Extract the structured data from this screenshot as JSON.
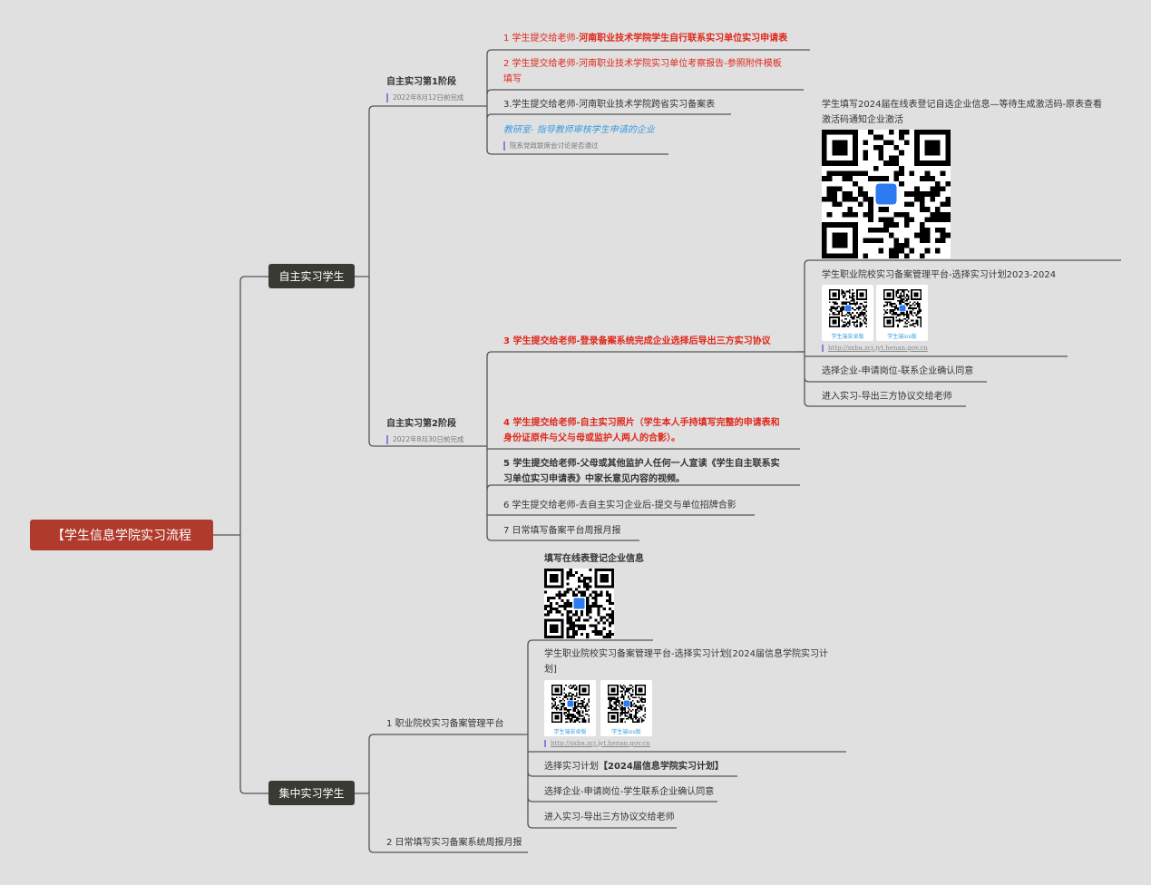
{
  "root": {
    "label": "【学生信息学院实习流程",
    "color": "#b03a2b"
  },
  "branch_self": {
    "label": "自主实习学生",
    "stage1": {
      "title": "自主实习第1阶段",
      "note": "2022年8月12日前完成",
      "items": [
        "1 学生提交给老师-",
        "河南职业技术学院学生自行联系实习单位实习申请表",
        "2 学生提交给老师-河南职业技术学院实习单位考察报告-参照附件模板",
        "填写",
        "3.学生提交给老师-河南职业技术学院跨省实习备案表",
        "教研室- 指导教师审核学生申请的企业",
        "院系党政联席会讨论是否通过"
      ]
    },
    "stage2": {
      "title": "自主实习第2阶段",
      "note": "2022年8月30日前完成",
      "item3": "3 学生提交给老师-登录备案系统完成企业选择后导出三方实习协议",
      "item3_children": {
        "qr_text_1": "学生填写2024届在线表登记自选企业信息—等待生成激活码-原表查看",
        "qr_text_2": "激活码通知企业激活",
        "platform": "学生职业院校实习备案管理平台-选择实习计划2023-2024",
        "android": "学生端安卓版",
        "ios": "学生端ios版",
        "url": "http://sxba.zcj.jyt.henan.gov.cn",
        "c3": "选择企业-申请岗位-联系企业确认同意",
        "c4": "进入实习-导出三方协议交给老师"
      },
      "item4_1": "4 学生提交给老师-自主实习照片（学生本人手持填写完整的申请表和",
      "item4_2": "身份证原件与父与母或监护人两人的合影）。",
      "item5_1": "5 学生提交给老师-父母或其他监护人任何一人宣读《学生自主联系实",
      "item5_2": "习单位实习申请表》中家长意见内容的视频。",
      "item6": "6 学生提交给老师-去自主实习企业后-提交与单位招牌合影",
      "item7": "7 日常填写备案平台周报月报"
    }
  },
  "branch_central": {
    "label": "集中实习学生",
    "item1": "1 职业院校实习备案管理平台",
    "item1_children": {
      "qr_title": "填写在线表登记企业信息",
      "platform_1": "学生职业院校实习备案管理平台-选择实习计划[2024届信息学院实习计",
      "platform_2": "划]",
      "android": "学生端安卓版",
      "ios": "学生端ios版",
      "url": "http://sxba.zcj.jyt.henan.gov.cn",
      "c2a": "选择实习计划",
      "c2b": "【2024届信息学院实习计划】",
      "c3": "选择企业-申请岗位-学生联系企业确认同意",
      "c4": "进入实习-导出三方协议交给老师"
    },
    "item2": "2 日常填写实习备案系统周报月报"
  }
}
